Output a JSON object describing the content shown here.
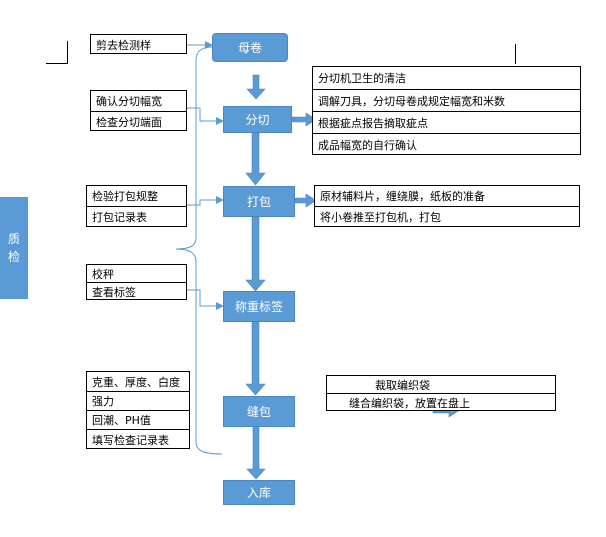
{
  "sidebar": {
    "chars": [
      "质",
      "检"
    ]
  },
  "steps": {
    "mujuan": "母卷",
    "fenqie": "分切",
    "dabao": "打包",
    "chengzhong": "称重标签",
    "fengbao": "缝包",
    "ruku": "入库"
  },
  "left_notes": {
    "g1": [
      "剪去检测样"
    ],
    "g2": [
      "确认分切幅宽",
      "检查分切端面"
    ],
    "g3": [
      "检验打包规整",
      "打包记录表"
    ],
    "g4": [
      "校秤",
      "查看标签"
    ],
    "g5": [
      "克重、厚度、白度",
      "强力",
      "回潮、PH值",
      "填写检查记录表"
    ]
  },
  "right_notes": {
    "r1": [
      "分切机卫生的清洁",
      "调解刀具，分切母卷成规定幅宽和米数",
      "根据疵点报告摘取疵点",
      "成品幅宽的自行确认"
    ],
    "r2": [
      "原材辅料片，缠绕膜，纸板的准备",
      "将小卷推至打包机，打包"
    ],
    "r3": [
      "裁取编织袋",
      "缝合编织袋，放置在盘上"
    ]
  },
  "colors": {
    "step_fill": "#5b9bd5",
    "arrow": "#5b9bd5",
    "connector": "#5b9bd5"
  }
}
